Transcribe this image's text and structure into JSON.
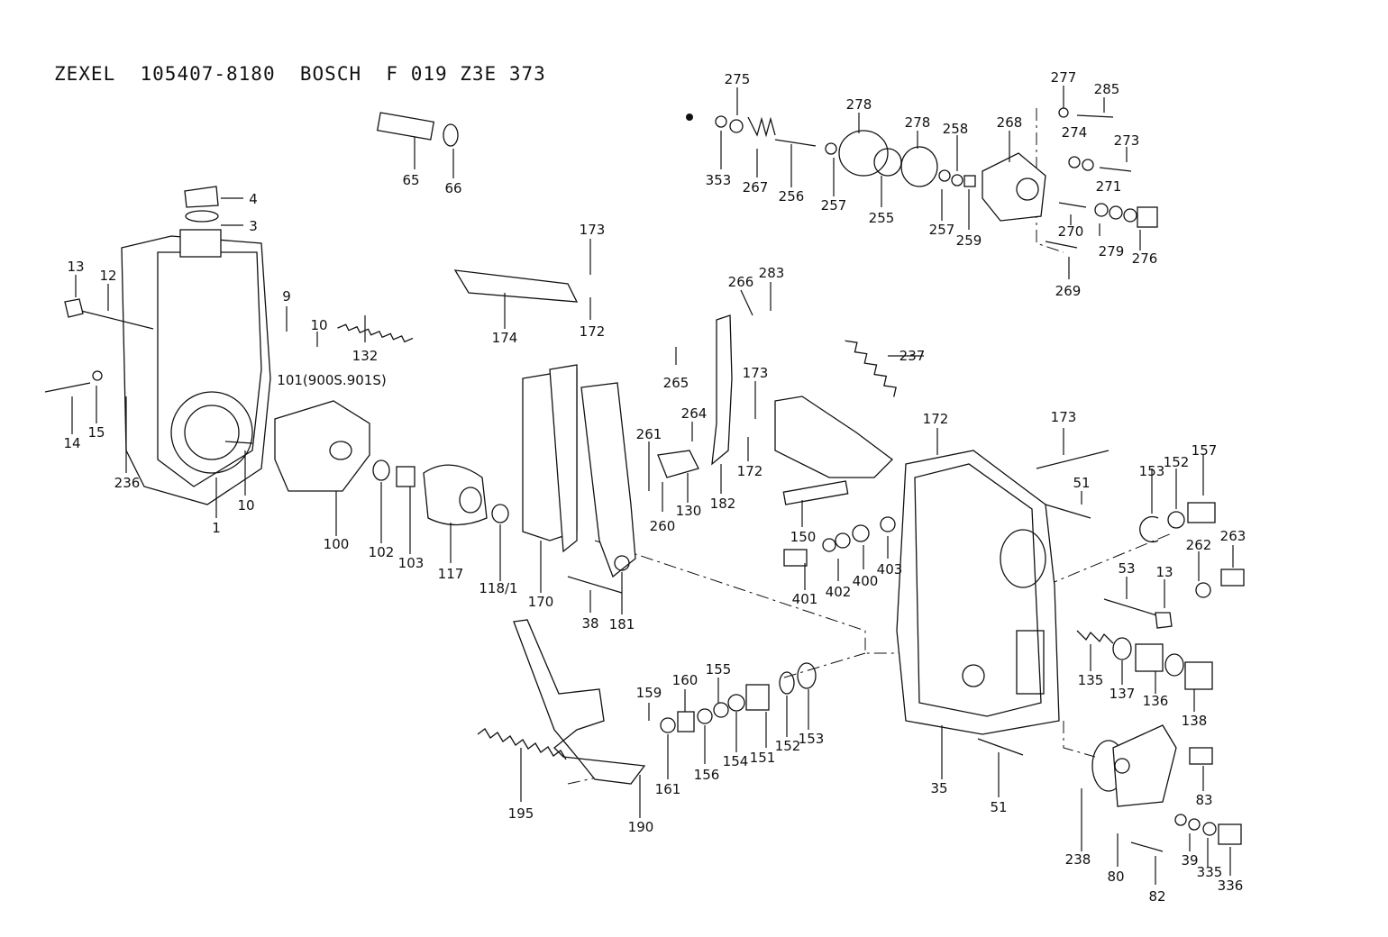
{
  "title": {
    "brand1": "ZEXEL",
    "code1": "105407-8180",
    "brand2": "BOSCH",
    "code2": "F 019 Z3E 373"
  },
  "labels": [
    "275",
    "277",
    "285",
    "278",
    "278",
    "258",
    "268",
    "274",
    "273",
    "353",
    "267",
    "256",
    "257",
    "255",
    "257",
    "259",
    "271",
    "270",
    "279",
    "276",
    "269",
    "65",
    "66",
    "4",
    "3",
    "13",
    "12",
    "9",
    "10",
    "132",
    "101(900S.901S)",
    "14",
    "15",
    "236",
    "1",
    "10",
    "173",
    "172",
    "174",
    "266",
    "283",
    "265",
    "173",
    "264",
    "172",
    "261",
    "260",
    "130",
    "182",
    "237",
    "173",
    "172",
    "100",
    "102",
    "103",
    "117",
    "118/1",
    "170",
    "181",
    "38",
    "150",
    "401",
    "402",
    "400",
    "403",
    "51",
    "153",
    "152",
    "157",
    "262",
    "263",
    "53",
    "13",
    "135",
    "137",
    "136",
    "138",
    "155",
    "160",
    "159",
    "161",
    "156",
    "154",
    "151",
    "152",
    "153",
    "195",
    "190",
    "35",
    "51",
    "83",
    "238",
    "80",
    "82",
    "39",
    "335",
    "336"
  ]
}
